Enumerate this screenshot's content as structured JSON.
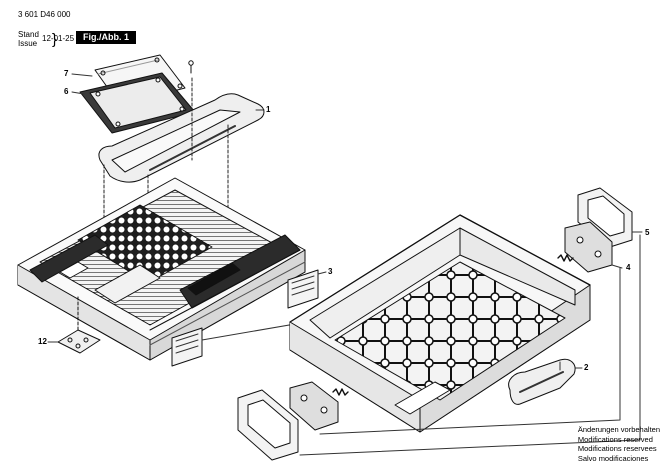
{
  "header": {
    "part_number": "3 601 D46 000",
    "stand_label": "Stand",
    "issue_label": "Issue",
    "date": "12-01-25",
    "figure_label": "Fig./Abb. 1"
  },
  "callouts": [
    "1",
    "2",
    "3",
    "4",
    "5",
    "6",
    "7",
    "12"
  ],
  "notes": [
    "Änderungen vorbehalten",
    "Modifications reserved",
    "Modifications reservees",
    "Salvo modificaciones"
  ],
  "colors": {
    "line": "#111111",
    "lid_top": "#e9e9e9",
    "dark_fill": "#3a3a3a",
    "grid_fill": "#1e1e1e"
  }
}
